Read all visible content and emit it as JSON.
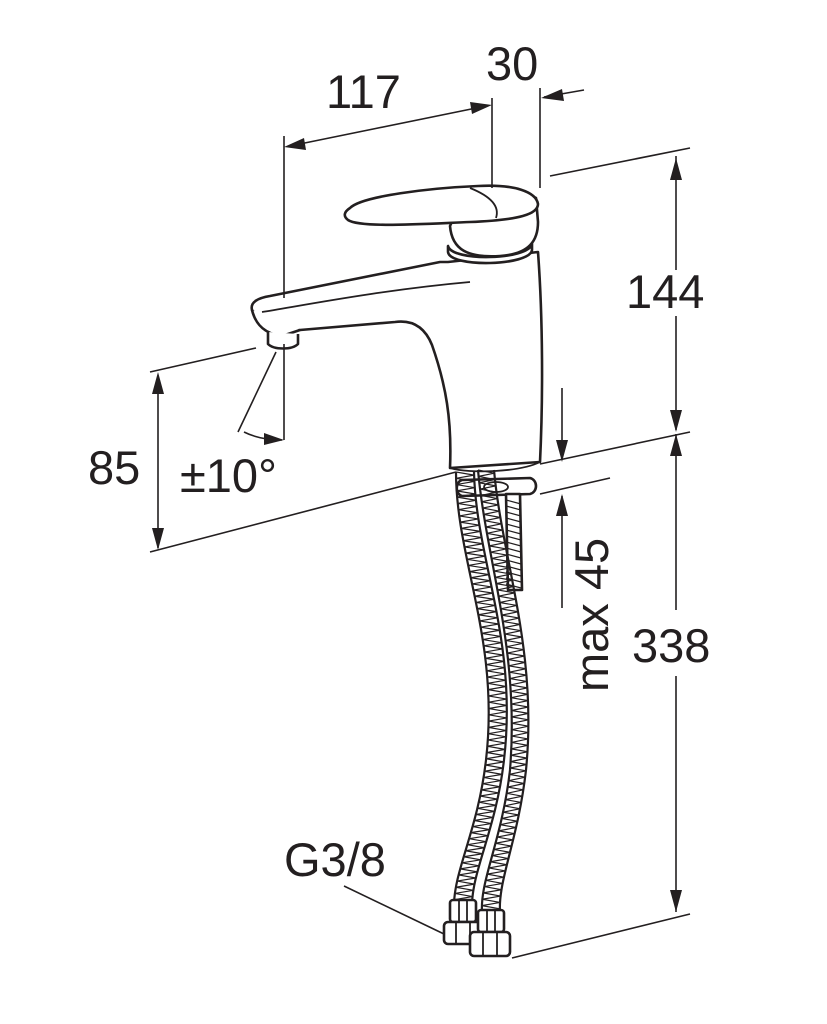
{
  "dimensions": {
    "overall_reach": "117",
    "handle_offset": "30",
    "spout_height_above_deck": "144",
    "spout_outlet_height": "85",
    "spout_swivel": "±10°",
    "max_deck_thickness": "max 45",
    "hose_length": "338",
    "connection_thread": "G3/8"
  },
  "colors": {
    "ink": "#231f20",
    "background": "#ffffff"
  }
}
